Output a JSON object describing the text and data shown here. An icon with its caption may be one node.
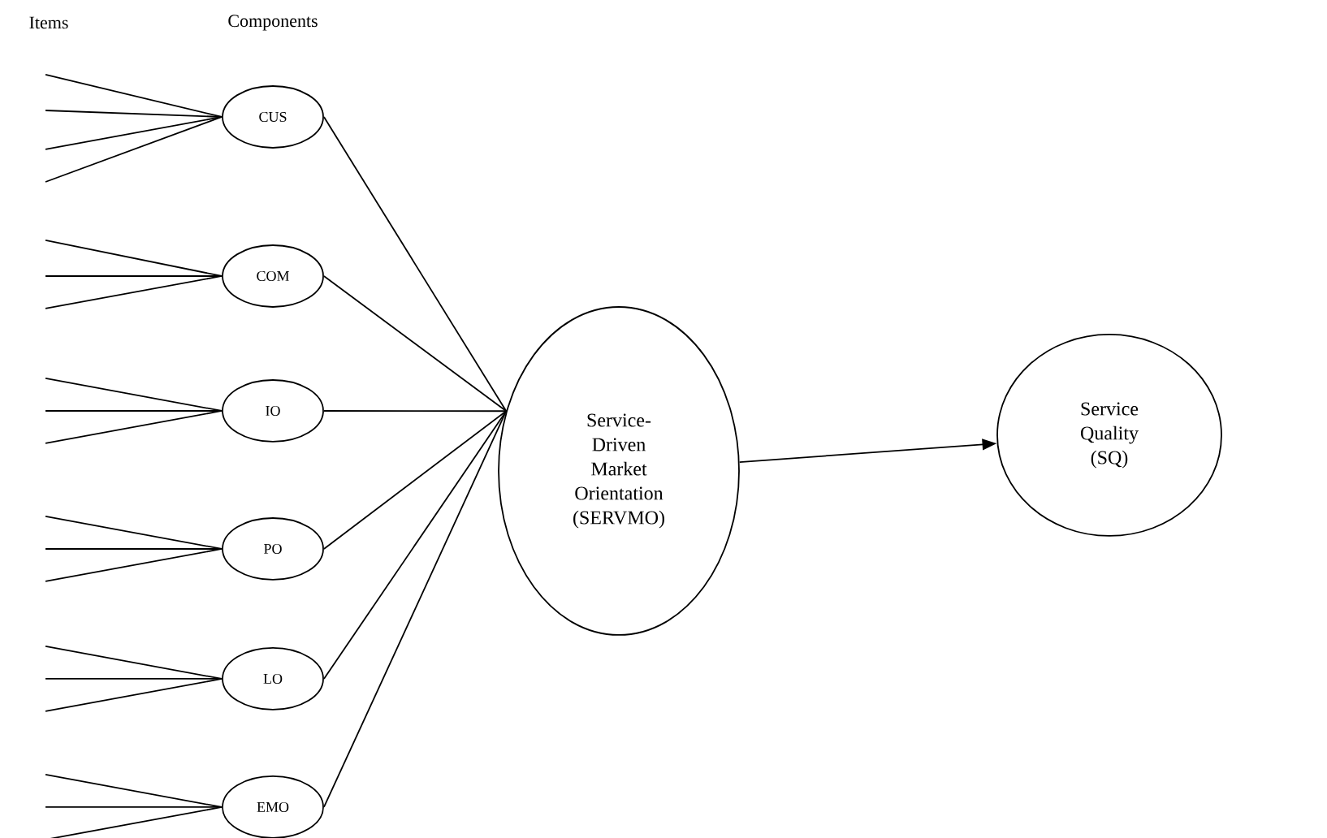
{
  "diagram": {
    "nodes": [
      {
        "text": [
          "CUS"
        ]
      },
      {
        "text": [
          "COM"
        ]
      },
      {
        "text": [
          "IO"
        ]
      },
      {
        "text": [
          "PO"
        ]
      },
      {
        "text": [
          "LO"
        ]
      },
      {
        "text": [
          "EMO"
        ]
      },
      {
        "text": [
          "Service-Driven Market Orientation (SERVMO)"
        ]
      },
      {
        "text": [
          "Service Quality (SQ)"
        ]
      }
    ],
    "edges": [
      {
        "from": null,
        "to": 0,
        "arrow": "none"
      },
      {
        "from": null,
        "to": 0,
        "arrow": "none"
      },
      {
        "from": null,
        "to": 0,
        "arrow": "none"
      },
      {
        "from": null,
        "to": 0,
        "arrow": "none"
      },
      {
        "from": null,
        "to": 1,
        "arrow": "none"
      },
      {
        "from": null,
        "to": 1,
        "arrow": "none"
      },
      {
        "from": null,
        "to": 1,
        "arrow": "none"
      },
      {
        "from": null,
        "to": 2,
        "arrow": "none"
      },
      {
        "from": null,
        "to": 2,
        "arrow": "none"
      },
      {
        "from": null,
        "to": 2,
        "arrow": "none"
      },
      {
        "from": null,
        "to": 3,
        "arrow": "none"
      },
      {
        "from": null,
        "to": 3,
        "arrow": "none"
      },
      {
        "from": null,
        "to": 3,
        "arrow": "none"
      },
      {
        "from": null,
        "to": 4,
        "arrow": "none"
      },
      {
        "from": null,
        "to": 4,
        "arrow": "none"
      },
      {
        "from": null,
        "to": 4,
        "arrow": "none"
      },
      {
        "from": null,
        "to": 5,
        "arrow": "none"
      },
      {
        "from": null,
        "to": 5,
        "arrow": "none"
      },
      {
        "from": null,
        "to": 5,
        "arrow": "none"
      },
      {
        "from": 0,
        "to": 6,
        "arrow": "none"
      },
      {
        "from": 1,
        "to": 6,
        "arrow": "none"
      },
      {
        "from": 2,
        "to": 6,
        "arrow": "none"
      },
      {
        "from": 3,
        "to": 6,
        "arrow": "none"
      },
      {
        "from": 4,
        "to": 6,
        "arrow": "none"
      },
      {
        "from": 5,
        "to": 6,
        "arrow": "none"
      },
      {
        "from": 6,
        "to": 7,
        "arrow": "to"
      }
    ],
    "labels": [
      "Items",
      "Components"
    ]
  }
}
